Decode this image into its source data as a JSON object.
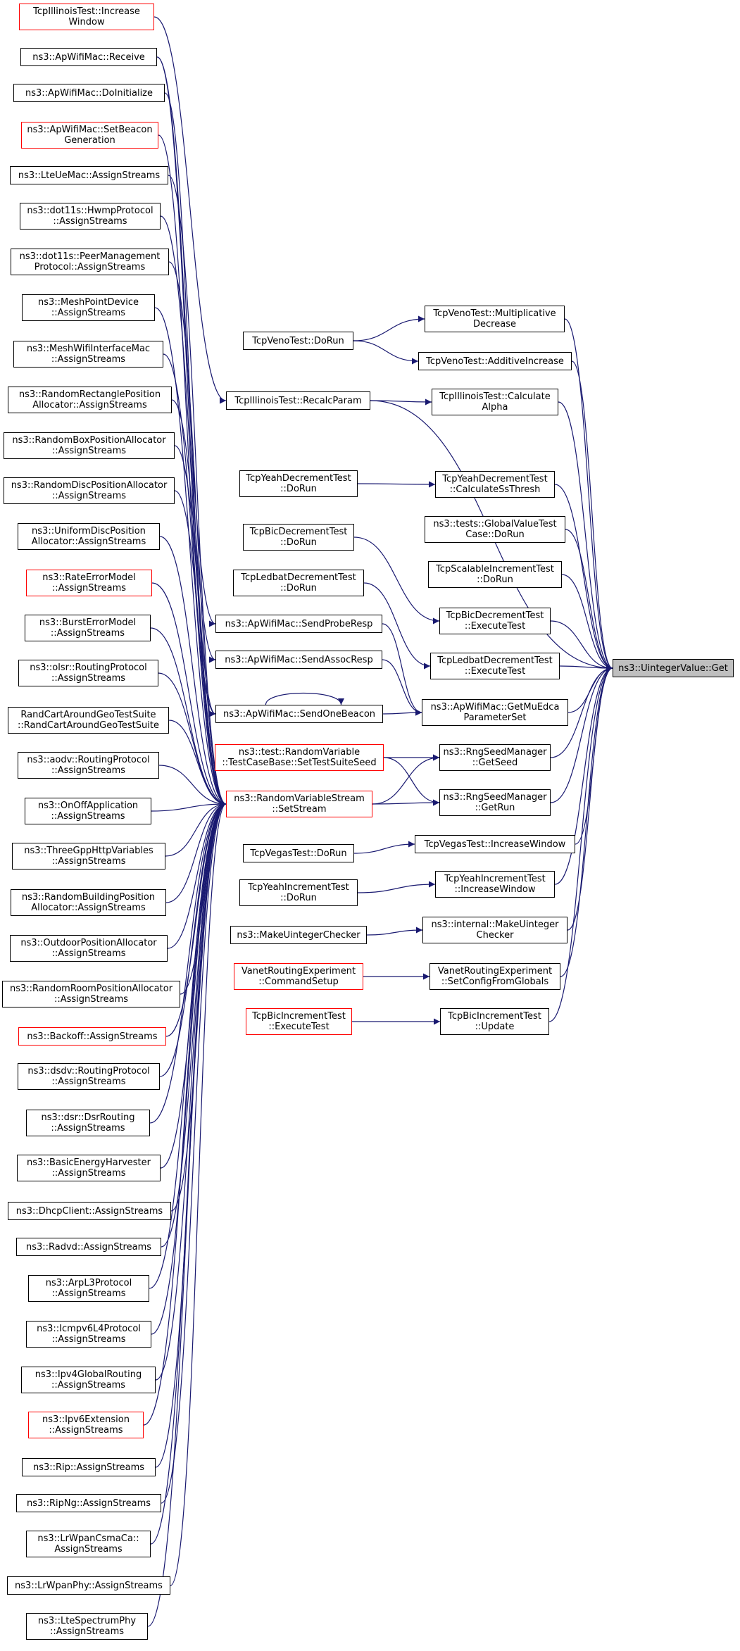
{
  "diagram": {
    "type": "doxygen-caller-graph",
    "edge_color": "#191970",
    "focus_color": "#bfbfbf",
    "incomplete_border_color": "#ff0000",
    "nodes": [
      {
        "id": "get",
        "label": "ns3::UintegerValue::Get",
        "style": "focus"
      },
      {
        "id": "veno_md",
        "label": "TcpVenoTest::Multiplicative\nDecrease",
        "style": "normal"
      },
      {
        "id": "veno_ai",
        "label": "TcpVenoTest::AdditiveIncrease",
        "style": "normal"
      },
      {
        "id": "illi_alpha",
        "label": "TcpIllinoisTest::Calculate\nAlpha",
        "style": "normal"
      },
      {
        "id": "illi_recalc",
        "label": "TcpIllinoisTest::RecalcParam",
        "style": "normal"
      },
      {
        "id": "yeah_dec_calc",
        "label": "TcpYeahDecrementTest\n::CalculateSsThresh",
        "style": "normal"
      },
      {
        "id": "gv_dorun",
        "label": "ns3::tests::GlobalValueTest\nCase::DoRun",
        "style": "normal"
      },
      {
        "id": "scal_dorun",
        "label": "TcpScalableIncrementTest\n::DoRun",
        "style": "normal"
      },
      {
        "id": "bic_dec_exec",
        "label": "TcpBicDecrementTest\n::ExecuteTest",
        "style": "normal"
      },
      {
        "id": "ledbat_exec",
        "label": "TcpLedbatDecrementTest\n::ExecuteTest",
        "style": "normal"
      },
      {
        "id": "getmuedca",
        "label": "ns3::ApWifiMac::GetMuEdca\nParameterSet",
        "style": "normal"
      },
      {
        "id": "rng_seed",
        "label": "ns3::RngSeedManager\n::GetSeed",
        "style": "normal"
      },
      {
        "id": "rng_run",
        "label": "ns3::RngSeedManager\n::GetRun",
        "style": "normal"
      },
      {
        "id": "vegas_inc",
        "label": "TcpVegasTest::IncreaseWindow",
        "style": "normal"
      },
      {
        "id": "yeah_inc_win",
        "label": "TcpYeahIncrementTest\n::IncreaseWindow",
        "style": "normal"
      },
      {
        "id": "make_uint_checker",
        "label": "ns3::internal::MakeUinteger\nChecker",
        "style": "normal"
      },
      {
        "id": "vanet_setcfg",
        "label": "VanetRoutingExperiment\n::SetConfigFromGlobals",
        "style": "normal"
      },
      {
        "id": "bic_inc_update",
        "label": "TcpBicIncrementTest\n::Update",
        "style": "normal"
      },
      {
        "id": "veno_dorun",
        "label": "TcpVenoTest::DoRun",
        "style": "normal"
      },
      {
        "id": "yeah_dec_dorun",
        "label": "TcpYeahDecrementTest\n::DoRun",
        "style": "normal"
      },
      {
        "id": "bic_dec_dorun",
        "label": "TcpBicDecrementTest\n::DoRun",
        "style": "normal"
      },
      {
        "id": "ledbat_dorun",
        "label": "TcpLedbatDecrementTest\n::DoRun",
        "style": "normal"
      },
      {
        "id": "sendproberesp",
        "label": "ns3::ApWifiMac::SendProbeResp",
        "style": "normal"
      },
      {
        "id": "sendassocresp",
        "label": "ns3::ApWifiMac::SendAssocResp",
        "style": "normal"
      },
      {
        "id": "sendonebeacon",
        "label": "ns3::ApWifiMac::SendOneBeacon",
        "style": "normal"
      },
      {
        "id": "settestsuiteseed",
        "label": "ns3::test::RandomVariable\n::TestCaseBase::SetTestSuiteSeed",
        "style": "red"
      },
      {
        "id": "setstream",
        "label": "ns3::RandomVariableStream\n::SetStream",
        "style": "red"
      },
      {
        "id": "vegas_dorun",
        "label": "TcpVegasTest::DoRun",
        "style": "normal"
      },
      {
        "id": "yeah_inc_dorun",
        "label": "TcpYeahIncrementTest\n::DoRun",
        "style": "normal"
      },
      {
        "id": "make_uint_checker2",
        "label": "ns3::MakeUintegerChecker",
        "style": "normal"
      },
      {
        "id": "vanet_cmd",
        "label": "VanetRoutingExperiment\n::CommandSetup",
        "style": "red"
      },
      {
        "id": "bic_inc_exec",
        "label": "TcpBicIncrementTest\n::ExecuteTest",
        "style": "red"
      },
      {
        "id": "illi_incwin",
        "label": "TcpIllinoisTest::Increase\nWindow",
        "style": "red"
      },
      {
        "id": "ap_receive",
        "label": "ns3::ApWifiMac::Receive",
        "style": "normal"
      },
      {
        "id": "ap_doinit",
        "label": "ns3::ApWifiMac::DoInitialize",
        "style": "normal"
      },
      {
        "id": "ap_setbeacongen",
        "label": "ns3::ApWifiMac::SetBeacon\nGeneration",
        "style": "red"
      },
      {
        "id": "lteuemac",
        "label": "ns3::LteUeMac::AssignStreams",
        "style": "normal"
      },
      {
        "id": "hwmp",
        "label": "ns3::dot11s::HwmpProtocol\n::AssignStreams",
        "style": "normal"
      },
      {
        "id": "peermgmt",
        "label": "ns3::dot11s::PeerManagement\nProtocol::AssignStreams",
        "style": "normal"
      },
      {
        "id": "meshpoint",
        "label": "ns3::MeshPointDevice\n::AssignStreams",
        "style": "normal"
      },
      {
        "id": "meshwifi",
        "label": "ns3::MeshWifiInterfaceMac\n::AssignStreams",
        "style": "normal"
      },
      {
        "id": "randrect",
        "label": "ns3::RandomRectanglePosition\nAllocator::AssignStreams",
        "style": "normal"
      },
      {
        "id": "randbox",
        "label": "ns3::RandomBoxPositionAllocator\n::AssignStreams",
        "style": "normal"
      },
      {
        "id": "randdisc",
        "label": "ns3::RandomDiscPositionAllocator\n::AssignStreams",
        "style": "normal"
      },
      {
        "id": "unifdisc",
        "label": "ns3::UniformDiscPosition\nAllocator::AssignStreams",
        "style": "normal"
      },
      {
        "id": "rateerror",
        "label": "ns3::RateErrorModel\n::AssignStreams",
        "style": "red"
      },
      {
        "id": "bursterror",
        "label": "ns3::BurstErrorModel\n::AssignStreams",
        "style": "normal"
      },
      {
        "id": "olsr",
        "label": "ns3::olsr::RoutingProtocol\n::AssignStreams",
        "style": "normal"
      },
      {
        "id": "randcart",
        "label": "RandCartAroundGeoTestSuite\n::RandCartAroundGeoTestSuite",
        "style": "normal"
      },
      {
        "id": "aodv",
        "label": "ns3::aodv::RoutingProtocol\n::AssignStreams",
        "style": "normal"
      },
      {
        "id": "onoff",
        "label": "ns3::OnOffApplication\n::AssignStreams",
        "style": "normal"
      },
      {
        "id": "threegpp",
        "label": "ns3::ThreeGppHttpVariables\n::AssignStreams",
        "style": "normal"
      },
      {
        "id": "randbuilding",
        "label": "ns3::RandomBuildingPosition\nAllocator::AssignStreams",
        "style": "normal"
      },
      {
        "id": "outdoor",
        "label": "ns3::OutdoorPositionAllocator\n::AssignStreams",
        "style": "normal"
      },
      {
        "id": "randroom",
        "label": "ns3::RandomRoomPositionAllocator\n::AssignStreams",
        "style": "normal"
      },
      {
        "id": "backoff",
        "label": "ns3::Backoff::AssignStreams",
        "style": "red"
      },
      {
        "id": "dsdv",
        "label": "ns3::dsdv::RoutingProtocol\n::AssignStreams",
        "style": "normal"
      },
      {
        "id": "dsr",
        "label": "ns3::dsr::DsrRouting\n::AssignStreams",
        "style": "normal"
      },
      {
        "id": "basicenergy",
        "label": "ns3::BasicEnergyHarvester\n::AssignStreams",
        "style": "normal"
      },
      {
        "id": "dhcp",
        "label": "ns3::DhcpClient::AssignStreams",
        "style": "normal"
      },
      {
        "id": "radvd",
        "label": "ns3::Radvd::AssignStreams",
        "style": "normal"
      },
      {
        "id": "arpl3",
        "label": "ns3::ArpL3Protocol\n::AssignStreams",
        "style": "normal"
      },
      {
        "id": "icmpv6",
        "label": "ns3::Icmpv6L4Protocol\n::AssignStreams",
        "style": "normal"
      },
      {
        "id": "ipv4global",
        "label": "ns3::Ipv4GlobalRouting\n::AssignStreams",
        "style": "normal"
      },
      {
        "id": "ipv6ext",
        "label": "ns3::Ipv6Extension\n::AssignStreams",
        "style": "red"
      },
      {
        "id": "rip",
        "label": "ns3::Rip::AssignStreams",
        "style": "normal"
      },
      {
        "id": "ripng",
        "label": "ns3::RipNg::AssignStreams",
        "style": "normal"
      },
      {
        "id": "lrwpancsma",
        "label": "ns3::LrWpanCsmaCa::\nAssignStreams",
        "style": "normal"
      },
      {
        "id": "lrwpanphy",
        "label": "ns3::LrWpanPhy::AssignStreams",
        "style": "normal"
      },
      {
        "id": "ltespectrum",
        "label": "ns3::LteSpectrumPhy\n::AssignStreams",
        "style": "normal"
      }
    ],
    "edges": [
      [
        "veno_md",
        "get"
      ],
      [
        "veno_ai",
        "get"
      ],
      [
        "illi_alpha",
        "get"
      ],
      [
        "illi_recalc",
        "get"
      ],
      [
        "yeah_dec_calc",
        "get"
      ],
      [
        "gv_dorun",
        "get"
      ],
      [
        "scal_dorun",
        "get"
      ],
      [
        "bic_dec_exec",
        "get"
      ],
      [
        "ledbat_exec",
        "get"
      ],
      [
        "getmuedca",
        "get"
      ],
      [
        "rng_seed",
        "get"
      ],
      [
        "rng_run",
        "get"
      ],
      [
        "vegas_inc",
        "get"
      ],
      [
        "yeah_inc_win",
        "get"
      ],
      [
        "make_uint_checker",
        "get"
      ],
      [
        "vanet_setcfg",
        "get"
      ],
      [
        "bic_inc_update",
        "get"
      ],
      [
        "veno_dorun",
        "veno_md"
      ],
      [
        "veno_dorun",
        "veno_ai"
      ],
      [
        "illi_recalc",
        "illi_alpha"
      ],
      [
        "yeah_dec_dorun",
        "yeah_dec_calc"
      ],
      [
        "bic_dec_dorun",
        "bic_dec_exec"
      ],
      [
        "ledbat_dorun",
        "ledbat_exec"
      ],
      [
        "sendproberesp",
        "getmuedca"
      ],
      [
        "sendassocresp",
        "getmuedca"
      ],
      [
        "sendonebeacon",
        "getmuedca"
      ],
      [
        "sendonebeacon",
        "sendonebeacon"
      ],
      [
        "settestsuiteseed",
        "rng_seed"
      ],
      [
        "settestsuiteseed",
        "rng_run"
      ],
      [
        "setstream",
        "rng_seed"
      ],
      [
        "setstream",
        "rng_run"
      ],
      [
        "vegas_dorun",
        "vegas_inc"
      ],
      [
        "yeah_inc_dorun",
        "yeah_inc_win"
      ],
      [
        "make_uint_checker2",
        "make_uint_checker"
      ],
      [
        "vanet_cmd",
        "vanet_setcfg"
      ],
      [
        "bic_inc_exec",
        "bic_inc_update"
      ],
      [
        "illi_incwin",
        "illi_recalc"
      ],
      [
        "ap_receive",
        "sendproberesp"
      ],
      [
        "ap_receive",
        "sendassocresp"
      ],
      [
        "ap_doinit",
        "sendonebeacon"
      ],
      [
        "ap_setbeacongen",
        "sendonebeacon"
      ],
      [
        "lteuemac",
        "setstream"
      ],
      [
        "hwmp",
        "setstream"
      ],
      [
        "peermgmt",
        "setstream"
      ],
      [
        "meshpoint",
        "setstream"
      ],
      [
        "meshwifi",
        "setstream"
      ],
      [
        "randrect",
        "setstream"
      ],
      [
        "randbox",
        "setstream"
      ],
      [
        "randdisc",
        "setstream"
      ],
      [
        "unifdisc",
        "setstream"
      ],
      [
        "rateerror",
        "setstream"
      ],
      [
        "bursterror",
        "setstream"
      ],
      [
        "olsr",
        "setstream"
      ],
      [
        "randcart",
        "setstream"
      ],
      [
        "aodv",
        "setstream"
      ],
      [
        "onoff",
        "setstream"
      ],
      [
        "threegpp",
        "setstream"
      ],
      [
        "randbuilding",
        "setstream"
      ],
      [
        "outdoor",
        "setstream"
      ],
      [
        "randroom",
        "setstream"
      ],
      [
        "backoff",
        "setstream"
      ],
      [
        "dsdv",
        "setstream"
      ],
      [
        "dsr",
        "setstream"
      ],
      [
        "basicenergy",
        "setstream"
      ],
      [
        "dhcp",
        "setstream"
      ],
      [
        "radvd",
        "setstream"
      ],
      [
        "arpl3",
        "setstream"
      ],
      [
        "icmpv6",
        "setstream"
      ],
      [
        "ipv4global",
        "setstream"
      ],
      [
        "ipv6ext",
        "setstream"
      ],
      [
        "rip",
        "setstream"
      ],
      [
        "ripng",
        "setstream"
      ],
      [
        "lrwpancsma",
        "setstream"
      ],
      [
        "lrwpanphy",
        "setstream"
      ],
      [
        "ltespectrum",
        "setstream"
      ]
    ]
  }
}
